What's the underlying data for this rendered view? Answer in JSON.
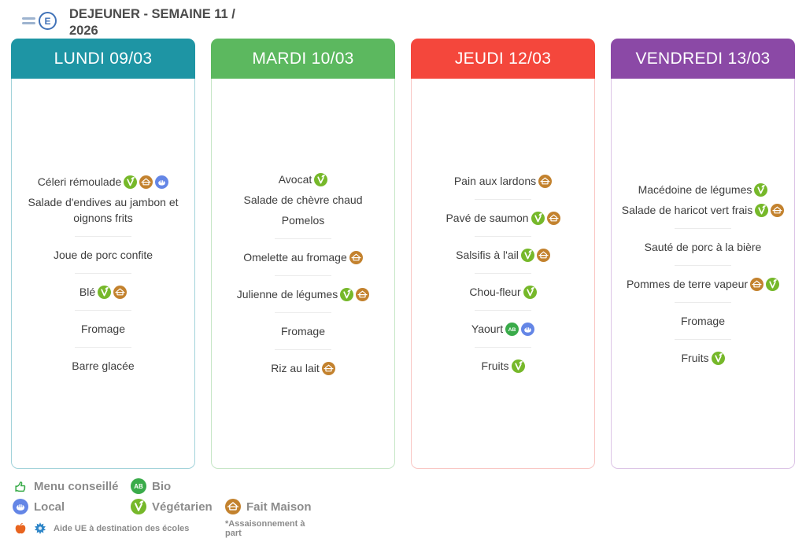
{
  "header": {
    "title": "DEJEUNER - SEMAINE 11 / 2026",
    "logo_letter": "E"
  },
  "badges": {
    "vegetarien": {
      "label": "Végétarien",
      "color": "#76b82a"
    },
    "fait-maison": {
      "label": "Fait Maison",
      "color": "#c3822e"
    },
    "local": {
      "label": "Local",
      "color": "#6486e6"
    },
    "bio": {
      "label": "Bio",
      "color": "#3aab4a",
      "glyph": "AB"
    },
    "menu-conseille": {
      "label": "Menu conseillé",
      "color": "#3aab4a"
    },
    "aide-ue-apple": {
      "color": "#e8641f"
    },
    "aide-ue-eu": {
      "color": "#2e86c8"
    }
  },
  "columns": [
    {
      "day_label": "LUNDI 09/03",
      "color": "#1e95a4",
      "border": "#a2d3da",
      "groups": [
        [
          {
            "text": "Céleri rémoulade",
            "icons": [
              "vegetarien",
              "fait-maison",
              "local"
            ]
          },
          {
            "text": "Salade d'endives au jambon et oignons frits",
            "icons": []
          }
        ],
        [
          {
            "text": "Joue de porc confite",
            "icons": []
          }
        ],
        [
          {
            "text": "Blé",
            "icons": [
              "vegetarien",
              "fait-maison"
            ]
          }
        ],
        [
          {
            "text": "Fromage",
            "icons": []
          }
        ],
        [
          {
            "text": "Barre glacée",
            "icons": []
          }
        ]
      ]
    },
    {
      "day_label": "MARDI 10/03",
      "color": "#5cb85f",
      "border": "#c6e6c6",
      "groups": [
        [
          {
            "text": "Avocat",
            "icons": [
              "vegetarien"
            ]
          },
          {
            "text": "Salade de chèvre chaud",
            "icons": []
          },
          {
            "text": "Pomelos",
            "icons": []
          }
        ],
        [
          {
            "text": "Omelette au fromage",
            "icons": [
              "fait-maison"
            ]
          }
        ],
        [
          {
            "text": "Julienne de légumes",
            "icons": [
              "vegetarien",
              "fait-maison"
            ]
          }
        ],
        [
          {
            "text": "Fromage",
            "icons": []
          }
        ],
        [
          {
            "text": "Riz au lait",
            "icons": [
              "fait-maison"
            ]
          }
        ]
      ]
    },
    {
      "day_label": "JEUDI 12/03",
      "color": "#f4473c",
      "border": "#f9c6c3",
      "groups": [
        [
          {
            "text": "Pain aux lardons",
            "icons": [
              "fait-maison"
            ]
          }
        ],
        [
          {
            "text": "Pavé de saumon",
            "icons": [
              "vegetarien",
              "fait-maison"
            ]
          }
        ],
        [
          {
            "text": "Salsifis à l'ail",
            "icons": [
              "vegetarien",
              "fait-maison"
            ]
          }
        ],
        [
          {
            "text": "Chou-fleur",
            "icons": [
              "vegetarien"
            ]
          }
        ],
        [
          {
            "text": "Yaourt",
            "icons": [
              "bio",
              "local"
            ]
          }
        ],
        [
          {
            "text": "Fruits",
            "icons": [
              "vegetarien"
            ]
          }
        ]
      ]
    },
    {
      "day_label": "VENDREDI 13/03",
      "color": "#8b49a6",
      "border": "#dcc4e6",
      "groups": [
        [
          {
            "text": "Macédoine de légumes",
            "icons": [
              "vegetarien"
            ]
          },
          {
            "text": "Salade de haricot vert frais",
            "icons": [
              "vegetarien",
              "fait-maison"
            ]
          }
        ],
        [
          {
            "text": "Sauté de porc à la bière",
            "icons": []
          }
        ],
        [
          {
            "text": "Pommes de terre vapeur",
            "icons": [
              "fait-maison",
              "vegetarien"
            ]
          }
        ],
        [
          {
            "text": "Fromage",
            "icons": []
          }
        ],
        [
          {
            "text": "Fruits",
            "icons": [
              "vegetarien"
            ]
          }
        ]
      ]
    }
  ],
  "legend": {
    "rows": [
      [
        {
          "icon": "thumbs-up",
          "label": "Menu conseillé"
        },
        {
          "icon": "bio",
          "label": "Bio"
        }
      ],
      [
        {
          "icon": "local",
          "label": "Local"
        },
        {
          "icon": "vegetarien",
          "label": "Végétarien"
        },
        {
          "icon": "fait-maison",
          "label": "Fait Maison"
        }
      ],
      [
        {
          "icons": [
            "apple",
            "eu"
          ],
          "label": "Aide UE à destination des écoles"
        },
        {
          "label": "*Assaisonnement à part"
        }
      ]
    ]
  }
}
